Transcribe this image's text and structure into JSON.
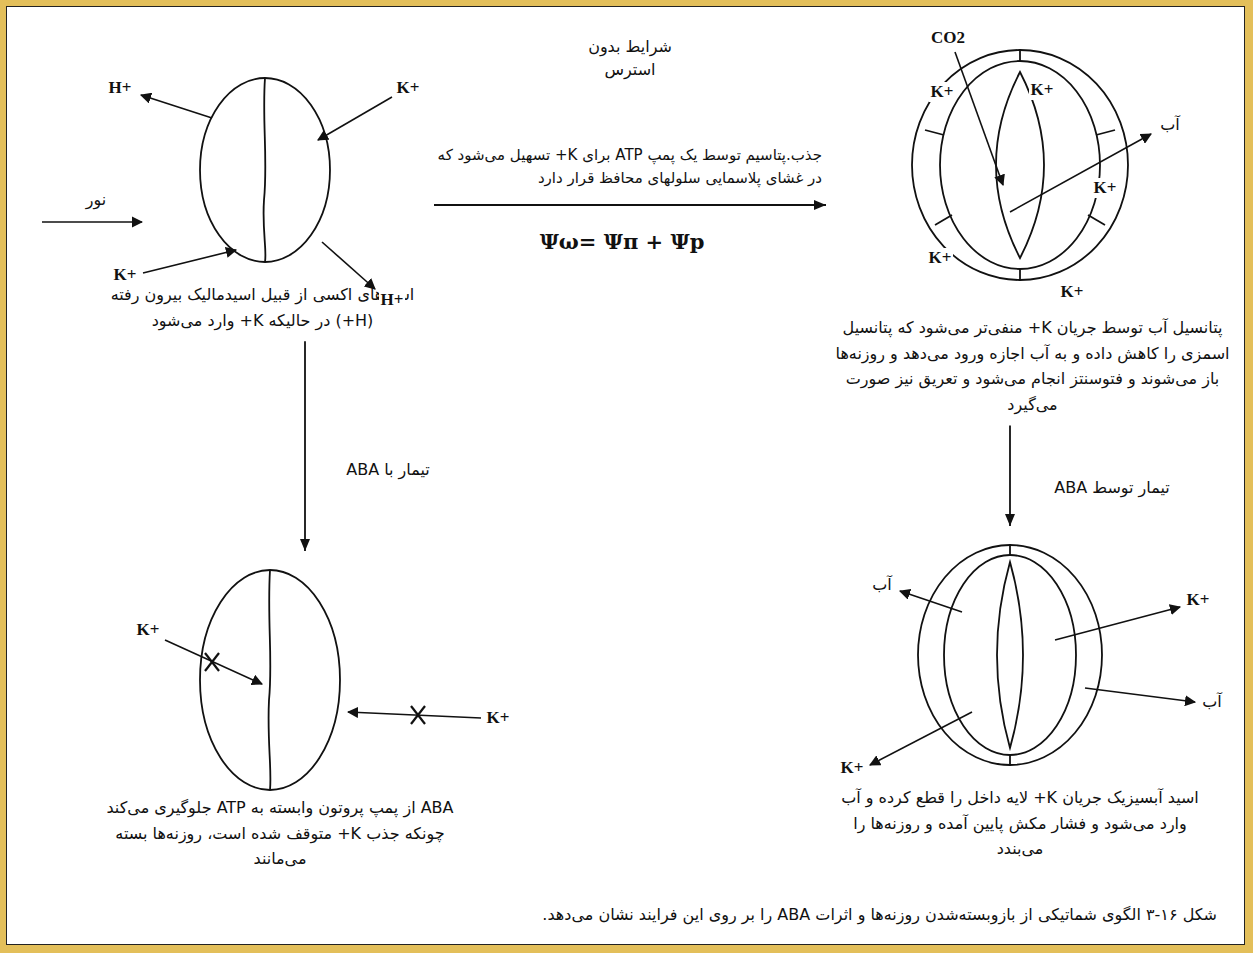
{
  "diagram": {
    "caption": "شکل ۱۶-۳ الگوی شماتیکی از بازوبسته‌شدن روزنه‌ها و اثرات ABA را بر روی این فرایند نشان می‌دهد.",
    "nodes": [
      {
        "text": [
          "اسیدهای اکسی از قبیل اسیدمالیک بیرون رفته (H+) در حالیکه K+ وارد می‌شود"
        ]
      },
      {
        "text": [
          "پتانسیل آب توسط جریان K+ منفی‌تر می‌شود که پتانسیل اسمزی را کاهش داده و به آب اجازه ورود می‌دهد و روزنه‌ها باز می‌شوند و فتوسنتز انجام می‌شود و تعریق نیز صورت می‌گیرد"
        ]
      },
      {
        "text": [
          "ABA از پمپ پروتون وابسته به ATP جلوگیری می‌کند چونکه جذب K+ متوقف شده است، روزنه‌ها بسته می‌مانند"
        ]
      },
      {
        "text": [
          "اسید آبسیزیک جریان K+ لایه داخل را قطع کرده و آب وارد می‌شود و فشار مکش پایین آمده و روزنه‌ها را می‌بندد"
        ]
      }
    ],
    "edges": [
      {
        "from": 0,
        "to": 1,
        "arrow": "to",
        "label": "شرایط بدون استرس"
      },
      {
        "from": 1,
        "to": 3,
        "arrow": "to",
        "label": "تیمار توسط ABA"
      },
      {
        "from": 0,
        "to": 2,
        "arrow": "to",
        "label": "تیمار با ABA"
      }
    ],
    "labels": [
      "H+",
      "K+",
      "نور",
      "K+",
      "H+",
      "جذب.پتاسیم توسط یک پمپ ATP برای K+ تسهیل می‌شود که در غشای پلاسمایی سلولهای محافظ قرار دارد",
      "Ψω= Ψπ + Ψp",
      "CO2",
      "K+",
      "K+",
      "آب",
      "K+",
      "K+",
      "K+",
      "K+",
      "K+",
      "آب",
      "K+",
      "آب",
      "K+"
    ]
  }
}
